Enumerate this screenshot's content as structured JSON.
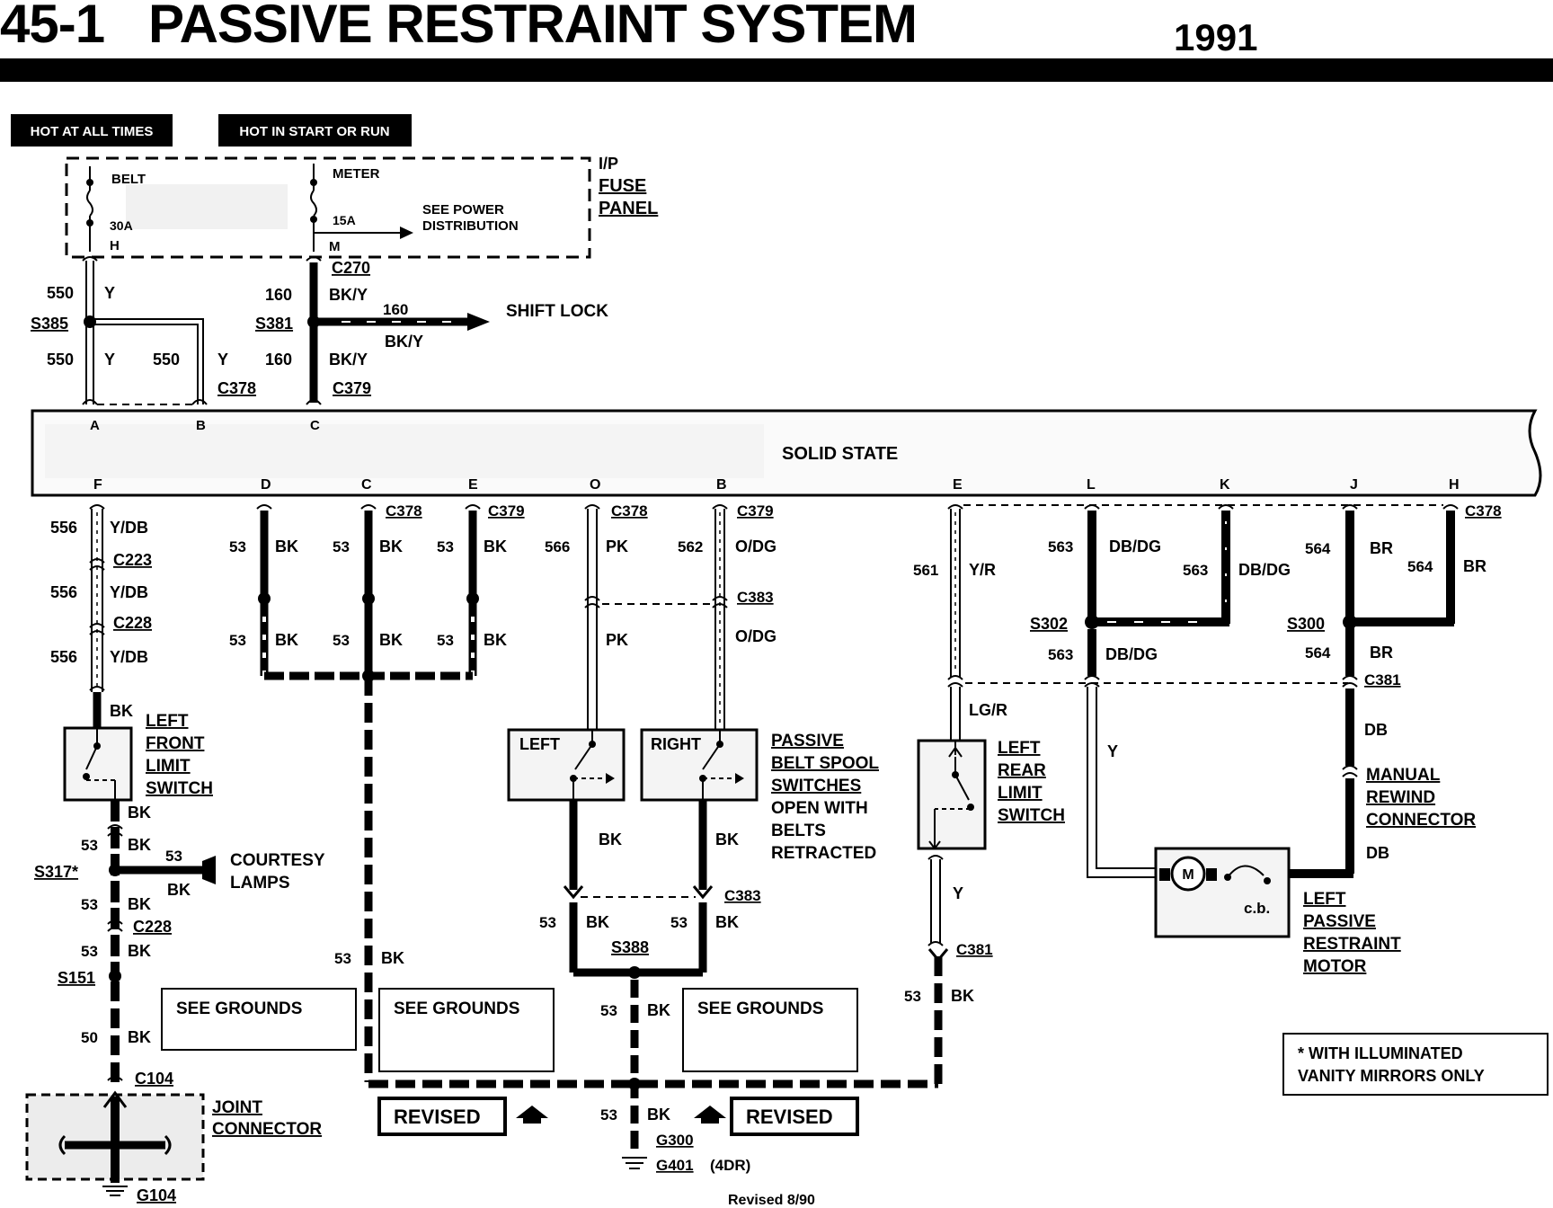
{
  "header": {
    "page_number": "45-1",
    "title": "PASSIVE RESTRAINT SYSTEM",
    "year": "1991"
  },
  "power": {
    "hot_at_all_times": "HOT AT ALL TIMES",
    "hot_in_start_or_run": "HOT IN START OR RUN",
    "fuse_panel": [
      "I/P",
      "FUSE",
      "PANEL"
    ],
    "belt_fuse": {
      "name": "BELT",
      "amps": "30A",
      "terminal": "H"
    },
    "meter_fuse": {
      "name": "METER",
      "amps": "15A",
      "terminal": "M"
    },
    "see_power": [
      "SEE POWER",
      "DISTRIBUTION"
    ]
  },
  "connectors": {
    "c270": "C270",
    "c378": "C378",
    "c379": "C379",
    "c223": "C223",
    "c228": "C228",
    "c383": "C383",
    "c381": "C381",
    "c104": "C104"
  },
  "splices": {
    "s385": "S385",
    "s381": "S381",
    "s317": "S317*",
    "s151": "S151",
    "s388": "S388",
    "s302": "S302",
    "s300": "S300"
  },
  "module": {
    "label": "SOLID STATE",
    "top_pins": [
      "A",
      "B",
      "C"
    ],
    "bottom_pins": [
      "F",
      "D",
      "C",
      "E",
      "O",
      "B",
      "E",
      "L",
      "K",
      "J",
      "H"
    ]
  },
  "circuits": {
    "c550": "550",
    "c160": "160",
    "c556": "556",
    "c53": "53",
    "c50": "50",
    "c566": "566",
    "c562": "562",
    "c561": "561",
    "c563": "563",
    "c564": "564"
  },
  "colors": {
    "y": "Y",
    "bky": "BK/Y",
    "ydb": "Y/DB",
    "bk": "BK",
    "pk": "PK",
    "odg": "O/DG",
    "yr": "Y/R",
    "lgr": "LG/R",
    "dbdg": "DB/DG",
    "br": "BR",
    "db": "DB"
  },
  "components": {
    "shift_lock": "SHIFT LOCK",
    "courtesy_lamps": [
      "COURTESY",
      "LAMPS"
    ],
    "left_front_limit_switch": [
      "LEFT",
      "FRONT",
      "LIMIT",
      "SWITCH"
    ],
    "spool_left": "LEFT",
    "spool_right": "RIGHT",
    "passive_belt_spool": [
      "PASSIVE",
      "BELT SPOOL",
      "SWITCHES",
      "OPEN WITH",
      "BELTS",
      "RETRACTED"
    ],
    "left_rear_limit_switch": [
      "LEFT",
      "REAR",
      "LIMIT",
      "SWITCH"
    ],
    "manual_rewind_connector": [
      "MANUAL",
      "REWIND",
      "CONNECTOR"
    ],
    "motor_symbol": "M",
    "circuit_breaker": "c.b.",
    "left_passive_restraint_motor": [
      "LEFT",
      "PASSIVE",
      "RESTRAINT",
      "MOTOR"
    ],
    "joint_connector": [
      "JOINT",
      "CONNECTOR"
    ],
    "see_grounds": "SEE GROUNDS",
    "revised": "REVISED"
  },
  "grounds": {
    "g104": "G104",
    "g300": "G300",
    "g401": "G401",
    "g401_note": "(4DR)"
  },
  "footnote": [
    "* WITH ILLUMINATED",
    "VANITY MIRRORS ONLY"
  ],
  "revision": "Revised 8/90"
}
